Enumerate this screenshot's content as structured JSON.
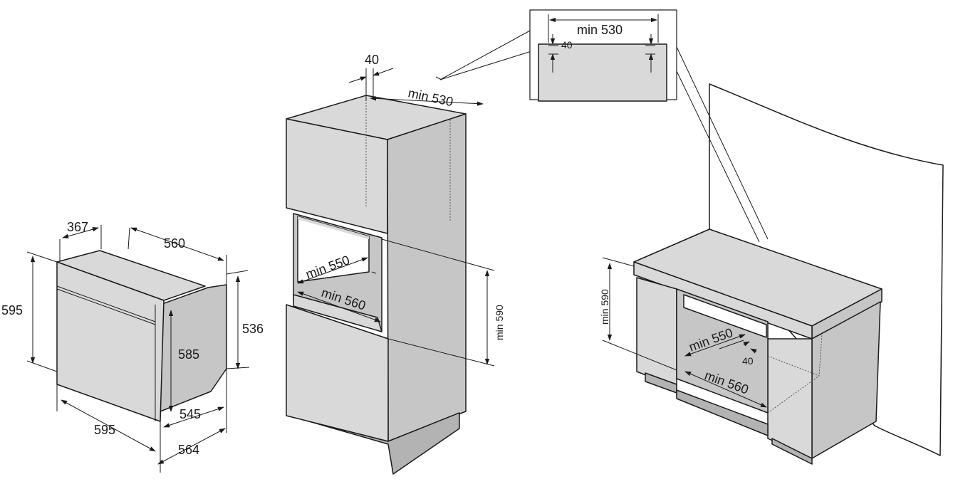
{
  "colors": {
    "outline": "#1a1a1a",
    "panel_light": "#d9d9d9",
    "panel_mid": "#c6c6c6",
    "panel_dark": "#b3b3b3",
    "background": "#ffffff"
  },
  "oven": {
    "dim_367": "367",
    "dim_560": "560",
    "dim_595_height": "595",
    "dim_585": "585",
    "dim_536": "536",
    "dim_545": "545",
    "dim_595_width": "595",
    "dim_564": "564"
  },
  "tall_cabinet": {
    "dim_40": "40",
    "dim_min_530": "min 530",
    "dim_min_550": "min 550",
    "dim_min_560": "min 560",
    "dim_min_590": "min 590"
  },
  "detail_inset": {
    "dim_min_530": "min 530",
    "dim_40": "40"
  },
  "base_cabinet": {
    "dim_min_590": "min 590",
    "dim_min_550": "min 550",
    "dim_40": "40",
    "dim_min_560": "min 560"
  }
}
